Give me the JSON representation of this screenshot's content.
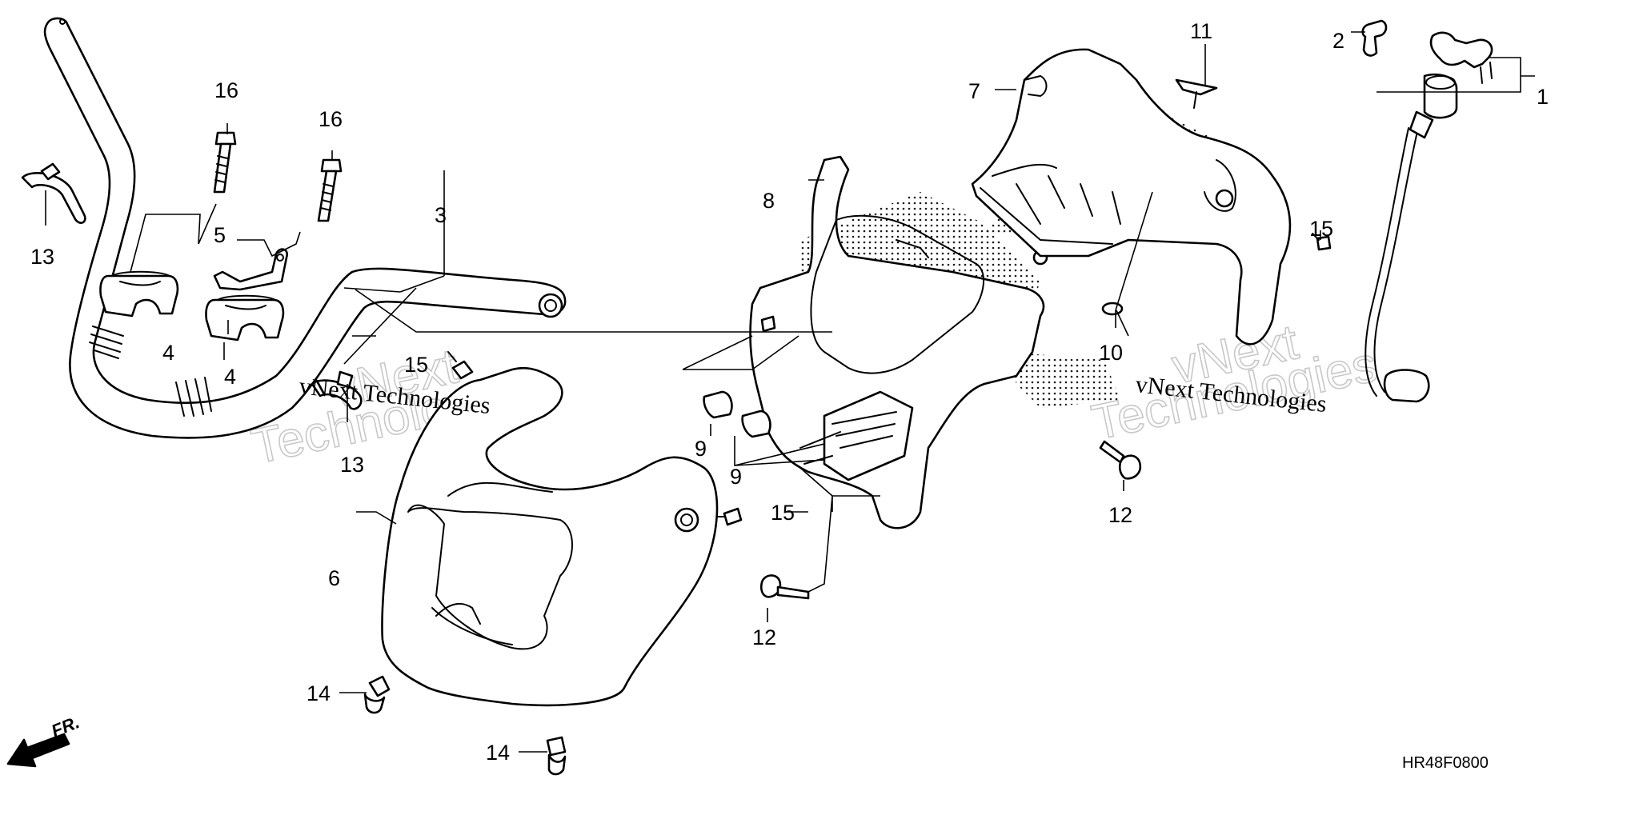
{
  "callouts": {
    "c1": "1",
    "c2": "2",
    "c3": "3",
    "c4a": "4",
    "c4b": "4",
    "c5": "5",
    "c6": "6",
    "c7": "7",
    "c8": "8",
    "c9a": "9",
    "c9b": "9",
    "c10": "10",
    "c11": "11",
    "c12a": "12",
    "c12b": "12",
    "c13a": "13",
    "c13b": "13",
    "c14a": "14",
    "c14b": "14",
    "c15a": "15",
    "c15b": "15",
    "c15c": "15",
    "c16a": "16",
    "c16b": "16"
  },
  "diagram_code": "HR48F0800",
  "front_label": "FR.",
  "watermark": {
    "line1": "vNext",
    "brand": "vNext Technologies",
    "line2": "Technologies"
  },
  "colors": {
    "line": "#000000",
    "background": "#ffffff",
    "watermark": "#c8c8c8",
    "stipple": "#000000"
  }
}
